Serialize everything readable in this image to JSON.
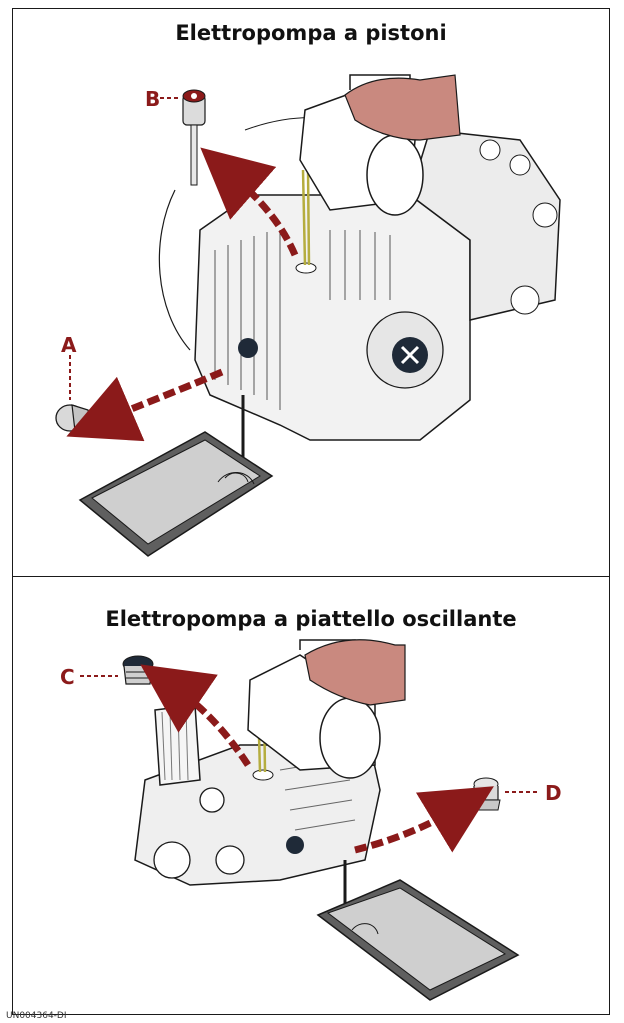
{
  "colors": {
    "accent": "#8b1a1a",
    "line": "#1a1a1a",
    "oil": "#d8d27a",
    "skin": "#c9897f"
  },
  "sections": [
    {
      "title": "Elettropompa a pistoni",
      "labels": [
        "A",
        "B"
      ]
    },
    {
      "title": "Elettropompa a piattello oscillante",
      "labels": [
        "C",
        "D"
      ]
    }
  ],
  "footer": {
    "code": "UN004364-DI"
  }
}
